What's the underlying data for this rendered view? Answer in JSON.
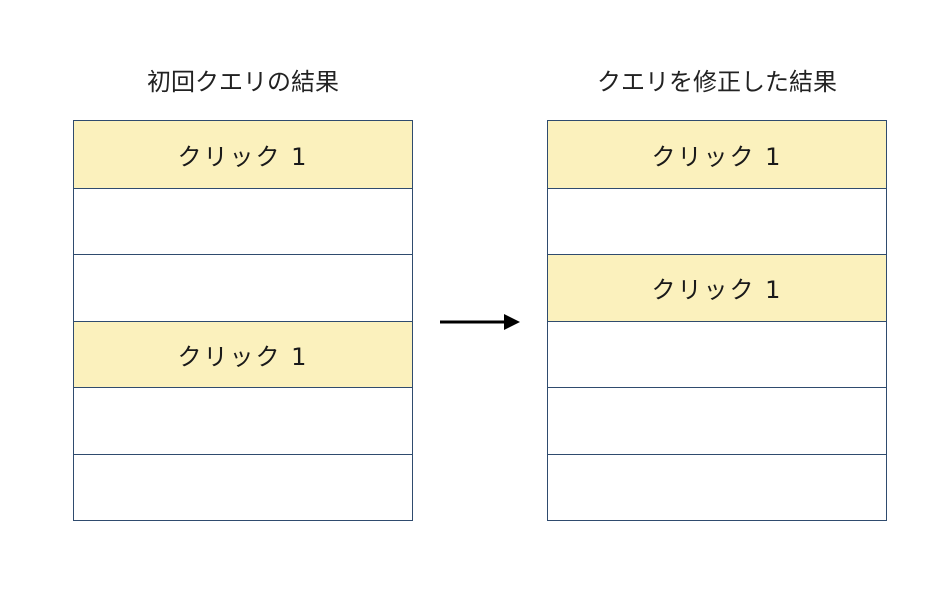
{
  "left_panel": {
    "title": "初回クエリの結果",
    "rows": [
      {
        "label": "クリック 1",
        "clicked": true
      },
      {
        "label": "",
        "clicked": false
      },
      {
        "label": "",
        "clicked": false
      },
      {
        "label": "クリック 1",
        "clicked": true
      },
      {
        "label": "",
        "clicked": false
      },
      {
        "label": "",
        "clicked": false
      }
    ]
  },
  "right_panel": {
    "title": "クエリを修正した結果",
    "rows": [
      {
        "label": "クリック 1",
        "clicked": true
      },
      {
        "label": "",
        "clicked": false
      },
      {
        "label": "クリック 1",
        "clicked": true
      },
      {
        "label": "",
        "clicked": false
      },
      {
        "label": "",
        "clicked": false
      },
      {
        "label": "",
        "clicked": false
      }
    ]
  },
  "colors": {
    "highlight": "#fbf1bd",
    "border": "#2f4b6e",
    "arrow": "#000000"
  },
  "arrow_icon": "arrow-right-icon"
}
